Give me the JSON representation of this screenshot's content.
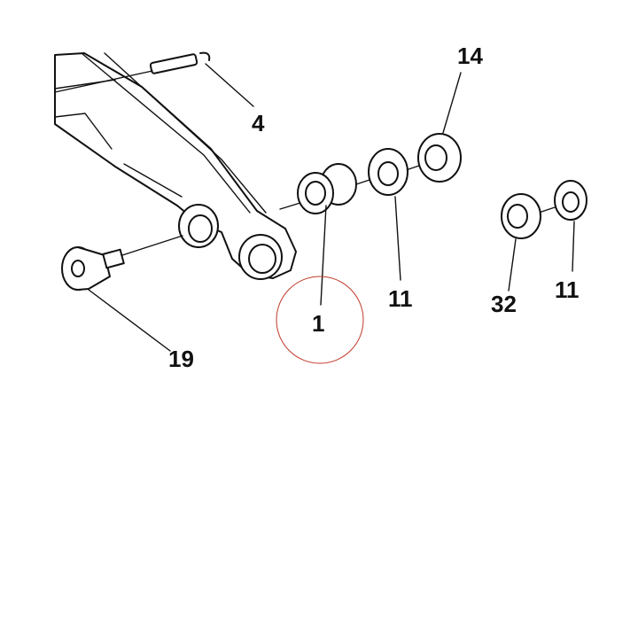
{
  "diagram": {
    "labels": [
      {
        "id": "4",
        "text": "4"
      },
      {
        "id": "14",
        "text": "14"
      },
      {
        "id": "1",
        "text": "1"
      },
      {
        "id": "11a",
        "text": "11"
      },
      {
        "id": "32",
        "text": "32"
      },
      {
        "id": "11b",
        "text": "11"
      },
      {
        "id": "19",
        "text": "19"
      }
    ],
    "colors": {
      "line": "#111111",
      "highlight_circle": "#c0392b",
      "background": "#ffffff"
    }
  }
}
